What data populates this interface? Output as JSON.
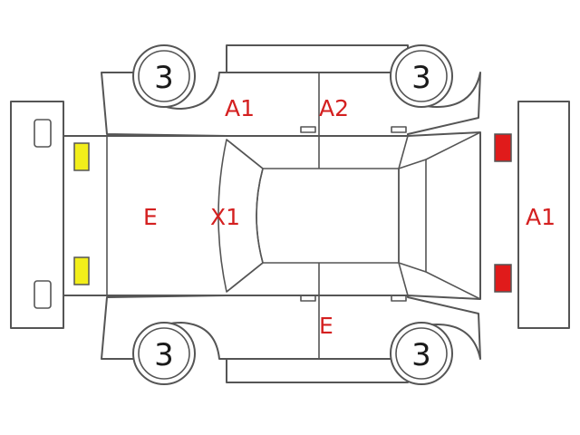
{
  "colors": {
    "code_text": "#d42020",
    "front_lamp": "#f2ee1a",
    "rear_lamp": "#e01b1b",
    "outline": "#555555"
  },
  "wheels": [
    {
      "id": "front-left",
      "grade": "3"
    },
    {
      "id": "rear-left",
      "grade": "3"
    },
    {
      "id": "front-right",
      "grade": "3"
    },
    {
      "id": "rear-right",
      "grade": "3"
    }
  ],
  "damage_codes": [
    {
      "id": "front-left-door",
      "code": "A1"
    },
    {
      "id": "rear-left-door",
      "code": "A2"
    },
    {
      "id": "hood",
      "code": "E"
    },
    {
      "id": "windshield",
      "code": "X1"
    },
    {
      "id": "rear-bumper",
      "code": "A1"
    },
    {
      "id": "right-doors",
      "code": "E"
    }
  ],
  "lamps": [
    {
      "id": "front-left",
      "icon": "front-lamp-icon"
    },
    {
      "id": "front-right",
      "icon": "front-lamp-icon"
    },
    {
      "id": "rear-left",
      "icon": "rear-lamp-icon"
    },
    {
      "id": "rear-right",
      "icon": "rear-lamp-icon"
    }
  ]
}
